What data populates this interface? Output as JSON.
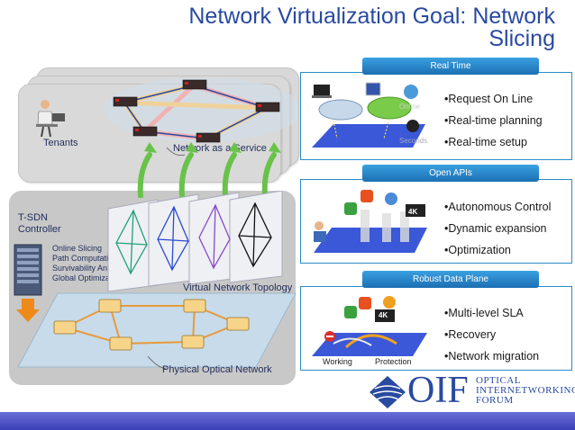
{
  "title_line1": "Network Virtualization Goal: Network",
  "title_line2": "Slicing",
  "left": {
    "tenants_label": "Tenants",
    "naas_label": "Network as a Service",
    "controller_line1": "T-SDN",
    "controller_line2": "Controller",
    "functions": [
      "Online Slicing",
      "Path Computation",
      "Survivability Analysis",
      "Global Optimization"
    ],
    "vnt_label": "Virtual Network Topology",
    "pon_label": "Physical Optical Network"
  },
  "panels": [
    {
      "header": "Real Time",
      "bullets": [
        "Request On Line",
        "Real-time planning",
        "Real-time setup"
      ],
      "tags": [
        "Online",
        "Seconds"
      ]
    },
    {
      "header": "Open APIs",
      "bullets": [
        "Autonomous Control",
        "Dynamic expansion",
        "Optimization"
      ],
      "tags": [
        "4K"
      ]
    },
    {
      "header": "Robust Data Plane",
      "bullets": [
        "Multi-level SLA",
        "Recovery",
        "Network migration"
      ],
      "tags": [
        "4K",
        "Working",
        "Protection"
      ]
    }
  ],
  "logo": {
    "mark": "OIF",
    "line1": "OPTICAL",
    "line2": "INTERNETWORKING",
    "line3": "FORUM"
  },
  "colors": {
    "title": "#2a4aa0",
    "header": "#1c6fb3",
    "bottom_bar": "#4b4fc8"
  }
}
